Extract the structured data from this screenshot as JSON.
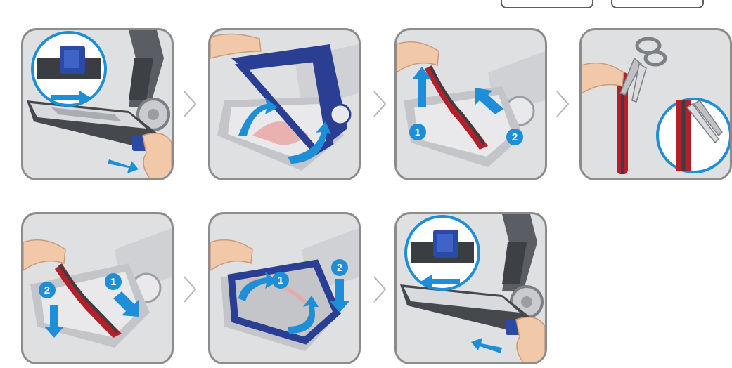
{
  "colors": {
    "panel_border": "#8c8c8c",
    "panel_bg": "#dfe0e2",
    "arrow_blue": "#1e8fd6",
    "cover_blue": "#2a3e93",
    "brush_red": "#b3202a",
    "skin": "#f2c9a8",
    "separator": "#b5b5b5"
  },
  "top_buttons": [
    {
      "label": ""
    },
    {
      "label": ""
    }
  ],
  "steps": [
    {
      "id": 1,
      "icons": [
        "blue-release-latch-icon",
        "arrow-icon"
      ],
      "badges": []
    },
    {
      "id": 2,
      "icons": [
        "blue-cover-plate-icon",
        "curved-arrow-icon"
      ],
      "badges": []
    },
    {
      "id": 3,
      "icons": [
        "brush-roll-icon",
        "arrow-icon"
      ],
      "badges": [
        "1",
        "2"
      ]
    },
    {
      "id": 4,
      "icons": [
        "scissors-icon",
        "magnifier-icon"
      ],
      "badges": []
    },
    {
      "id": 5,
      "icons": [
        "brush-roll-icon",
        "arrow-icon"
      ],
      "badges": [
        "2",
        "1"
      ]
    },
    {
      "id": 6,
      "icons": [
        "blue-cover-plate-icon",
        "curved-arrow-icon"
      ],
      "badges": [
        "1",
        "2"
      ]
    },
    {
      "id": 7,
      "icons": [
        "blue-release-latch-icon",
        "arrow-icon"
      ],
      "badges": []
    }
  ]
}
